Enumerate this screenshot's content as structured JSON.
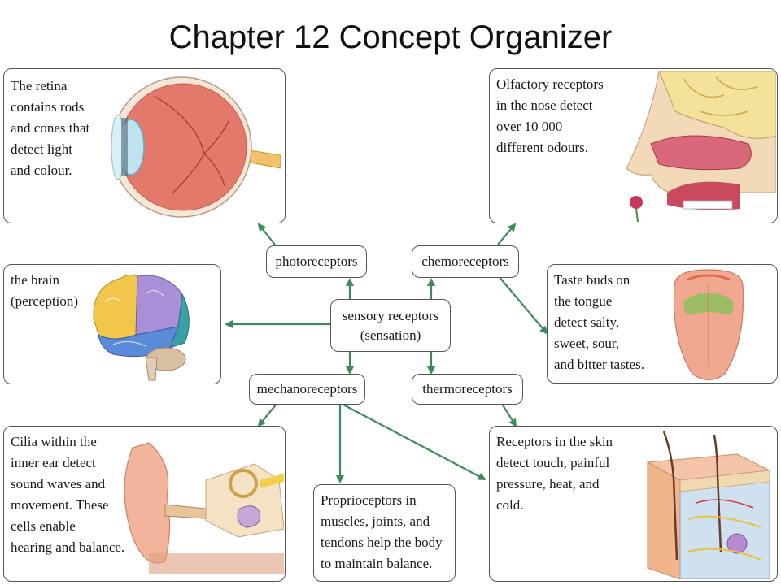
{
  "title": "Chapter 12 Concept Organizer",
  "nodes": {
    "center": "sensory receptors\n(sensation)",
    "photoreceptors": "photoreceptors",
    "chemoreceptors": "chemoreceptors",
    "mechanoreceptors": "mechanoreceptors",
    "thermoreceptors": "thermoreceptors"
  },
  "boxes": {
    "retina": "The retina\ncontains rods\nand cones that\ndetect light\nand colour.",
    "olfactory": "Olfactory receptors\nin the nose detect\nover 10 000\ndifferent odours.",
    "brain": "the brain\n(perception)",
    "taste": "Taste buds on\nthe tongue\ndetect salty,\nsweet, sour,\nand bitter tastes.",
    "ear": "Cilia within the\ninner ear detect\nsound waves and\nmovement. These\ncells enable\nhearing and balance.",
    "proprio": "Proprioceptors in\nmuscles, joints, and\ntendons help the body\nto maintain balance.",
    "skin": "Receptors in the skin\ndetect touch, painful\npressure, heat, and\ncold."
  },
  "colors": {
    "arrow": "#3f8a5a",
    "border": "#555555"
  }
}
